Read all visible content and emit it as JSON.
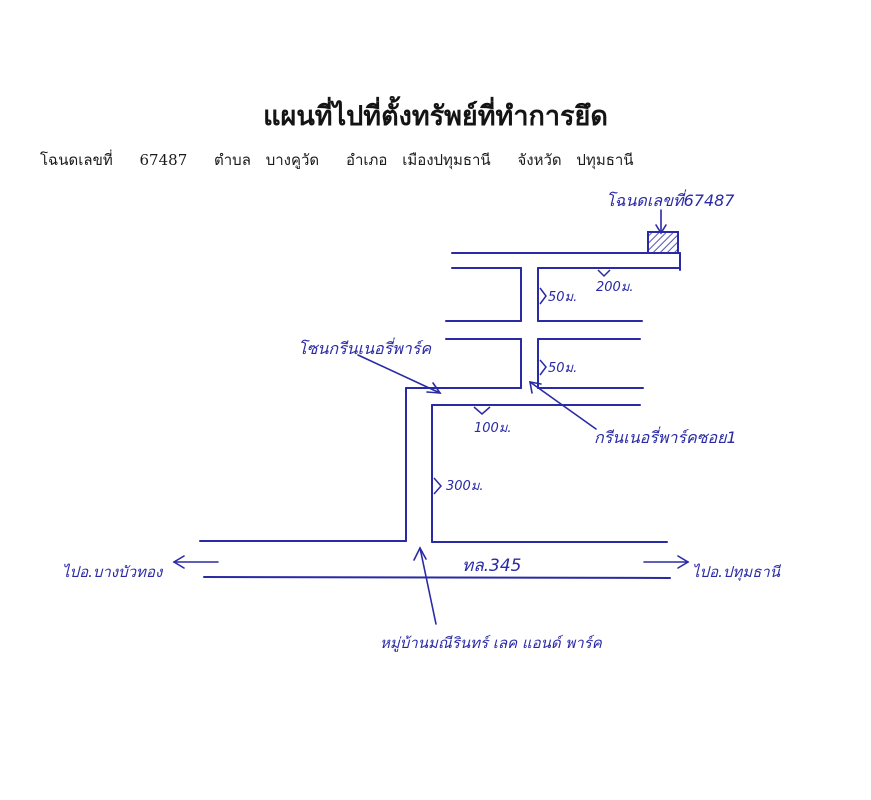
{
  "title": "แผนที่ไปที่ตั้งทรัพย์ที่ทำการยึด",
  "deed": {
    "deed_label": "โฉนดเลขที่",
    "deed_number": "67487",
    "subdistrict_label": "ตำบล",
    "subdistrict": "บางคูวัด",
    "district_label": "อำเภอ",
    "district": "เมืองปทุมธานี",
    "province_label": "จังหวัด",
    "province": "ปทุมธานี"
  },
  "map": {
    "ink_color": "#2a2aa6",
    "property_label": "โฉนดเลขที่67487",
    "zone_label": "โซนกรีนเนอรี่พาร์ค",
    "soi_label": "กรีนเนอรี่พาร์คซอย1",
    "village_label": "หมู่บ้านมณีรินทร์ เลค แอนด์ พาร์ค",
    "road_label": "ทล.345",
    "left_direction": "ไปอ.บางบัวทอง",
    "right_direction": "ไปอ.ปทุมธานี",
    "distances": {
      "top_street": "200ม.",
      "block_upper": "50ม.",
      "block_lower": "50ม.",
      "soi_segment": "100ม.",
      "main_access": "300ม."
    }
  }
}
